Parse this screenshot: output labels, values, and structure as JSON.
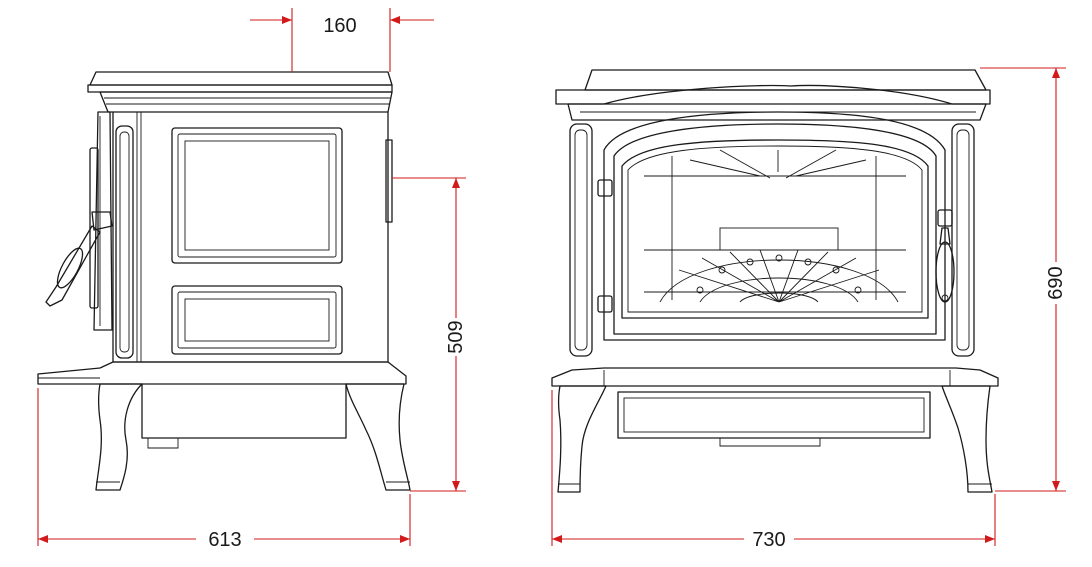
{
  "dimensions": {
    "depth_top_offset": "160",
    "side_height": "509",
    "total_depth": "613",
    "total_width": "730",
    "total_height": "690"
  },
  "colors": {
    "dimension_line": "#d21a1a",
    "outline": "#1a1a1a",
    "background": "#ffffff"
  }
}
